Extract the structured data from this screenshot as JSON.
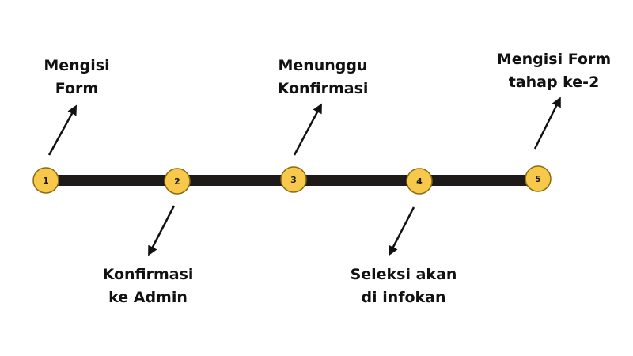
{
  "steps": [
    {
      "number": "1",
      "label_lines": [
        "Mengisi",
        "Form"
      ]
    },
    {
      "number": "2",
      "label_lines": [
        "Konfirmasi",
        "ke Admin"
      ]
    },
    {
      "number": "3",
      "label_lines": [
        "Menunggu",
        "Konfirmasi"
      ]
    },
    {
      "number": "4",
      "label_lines": [
        "Seleksi akan",
        "di infokan"
      ]
    },
    {
      "number": "5",
      "label_lines": [
        "Mengisi Form",
        "tahap ke-2"
      ]
    }
  ],
  "colors": {
    "timeline_bar": "#1e1a1a",
    "node_fill": "#f7c84a",
    "node_stroke": "#8a6a12",
    "arrow": "#111111"
  }
}
